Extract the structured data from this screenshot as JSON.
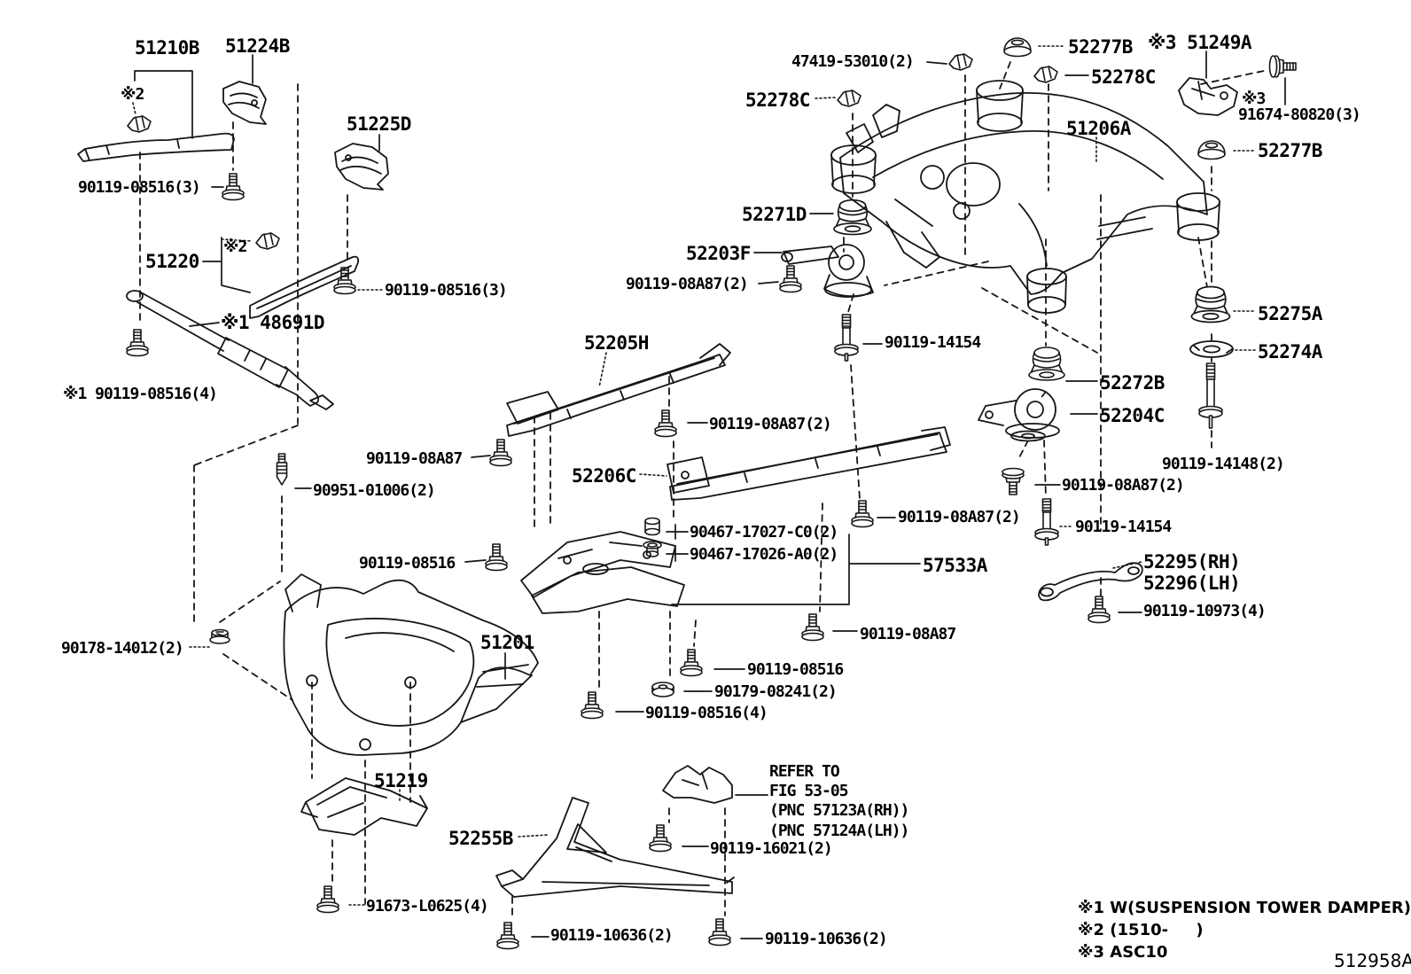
{
  "figure": {
    "code": "512958A",
    "notes": [
      "※1 W(SUSPENSION TOWER DAMPER)",
      "※2 (1510-     )",
      "※3 ASC10"
    ]
  },
  "callouts": {
    "p51210b": "51210B",
    "p51224b": "51224B",
    "p51225d": "51225D",
    "p51220": "51220",
    "p48691d": "※1 48691D",
    "p51206a": "51206A",
    "p52277b_top": "52277B",
    "p52278c_right": "52278C",
    "p52278c_left": "52278C",
    "p52271d": "52271D",
    "p52203f": "52203F",
    "p52205h": "52205H",
    "p52206c": "52206C",
    "p57533a": "57533A",
    "p52272b": "52272B",
    "p52204c": "52204C",
    "p52275a": "52275A",
    "p52274a": "52274A",
    "p51249a": "※3 51249A",
    "p52277b_mid": "52277B",
    "p52295": "52295(RH)",
    "p52296": "52296(LH)",
    "p51201": "51201",
    "p51219": "51219",
    "p52255b": "52255B",
    "m2_top": "※2",
    "m2_mid": "※2",
    "m3": "※3",
    "b08516x3_left": "90119-08516(3)",
    "b08516x3_right": "90119-08516(3)",
    "b08516x4_damper": "※1 90119-08516(4)",
    "b90951": "90951-01006(2)",
    "b08a87_midleft": "90119-08A87",
    "b08516_mid": "90119-08516",
    "b90178": "90178-14012(2)",
    "b47419": "47419-53010(2)",
    "b08a87x2_arm": "90119-08A87(2)",
    "b14154_center": "90119-14154",
    "b91674": "91674-80820(3)",
    "b14148": "90119-14148(2)",
    "b08a87x2_right": "90119-08A87(2)",
    "b14154_right": "90119-14154",
    "b10973": "90119-10973(4)",
    "b08a87x2_center": "90119-08A87(2)",
    "b17027": "90467-17027-C0(2)",
    "b17026": "90467-17026-A0(2)",
    "b08a87x2_brace": "90119-08A87(2)",
    "b08a87_bottom": "90119-08A87",
    "b08516_bottom": "90119-08516",
    "b90179": "90179-08241(2)",
    "b08516x4_bottom": "90119-08516(4)",
    "refer_1": "REFER TO",
    "refer_2": "FIG 53-05",
    "refer_3": "(PNC 57123A(RH))",
    "refer_4": "(PNC 57124A(LH))",
    "b16021": "90119-16021(2)",
    "b91673": "91673-L0625(4)",
    "b10636_left": "90119-10636(2)",
    "b10636_right": "90119-10636(2)"
  }
}
